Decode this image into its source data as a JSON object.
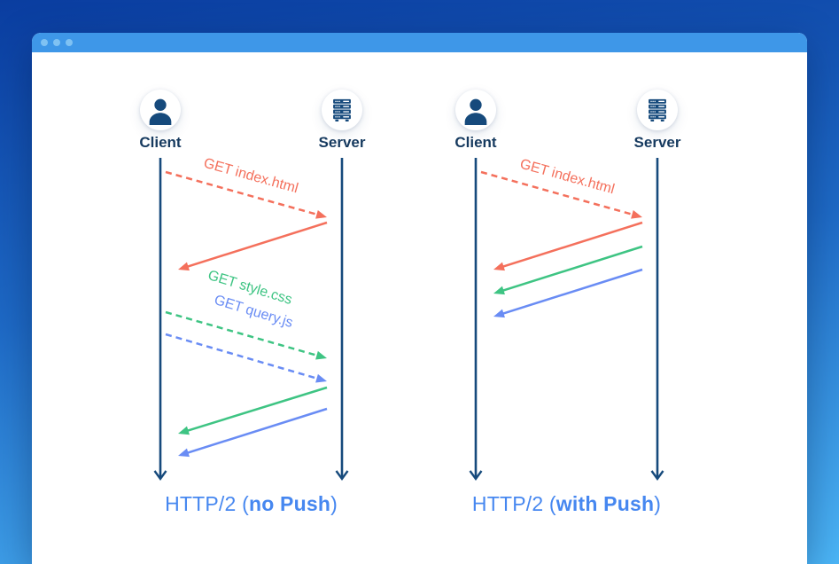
{
  "window": {
    "controls": [
      "dot",
      "dot",
      "dot"
    ]
  },
  "palette": {
    "red": "#f4705c",
    "green": "#3ec483",
    "blue": "#698cf4",
    "navy": "#164a7c",
    "text_navy": "#163a5f",
    "caption_blue": "#4687f0",
    "titlebar": "#3e97e8",
    "titlebar_dot": "#7fc2f3",
    "bg_top": "#0a3da0",
    "bg_bottom": "#4cb6f7"
  },
  "diagrams": [
    {
      "name": "http2-no-push",
      "actors": [
        {
          "name": "Client",
          "icon": "person-icon"
        },
        {
          "name": "Server",
          "icon": "server-icon"
        }
      ],
      "messages": [
        {
          "label": "GET index.html",
          "color": "red",
          "line": "dashed",
          "from": "client",
          "to": "server"
        },
        {
          "label": "",
          "color": "red",
          "line": "solid",
          "from": "server",
          "to": "client"
        },
        {
          "label": "GET style.css",
          "color": "green",
          "line": "dashed",
          "from": "client",
          "to": "server"
        },
        {
          "label": "GET query.js",
          "color": "blue",
          "line": "dashed",
          "from": "client",
          "to": "server"
        },
        {
          "label": "",
          "color": "green",
          "line": "solid",
          "from": "server",
          "to": "client"
        },
        {
          "label": "",
          "color": "blue",
          "line": "solid",
          "from": "server",
          "to": "client"
        }
      ],
      "caption": {
        "prefix": "HTTP/2 (",
        "bold": "no Push",
        "suffix": ")"
      }
    },
    {
      "name": "http2-with-push",
      "actors": [
        {
          "name": "Client",
          "icon": "person-icon"
        },
        {
          "name": "Server",
          "icon": "server-icon"
        }
      ],
      "messages": [
        {
          "label": "GET index.html",
          "color": "red",
          "line": "dashed",
          "from": "client",
          "to": "server"
        },
        {
          "label": "",
          "color": "red",
          "line": "solid",
          "from": "server",
          "to": "client"
        },
        {
          "label": "",
          "color": "green",
          "line": "solid",
          "from": "server",
          "to": "client"
        },
        {
          "label": "",
          "color": "blue",
          "line": "solid",
          "from": "server",
          "to": "client"
        }
      ],
      "caption": {
        "prefix": "HTTP/2 (",
        "bold": "with Push",
        "suffix": ")"
      }
    }
  ]
}
